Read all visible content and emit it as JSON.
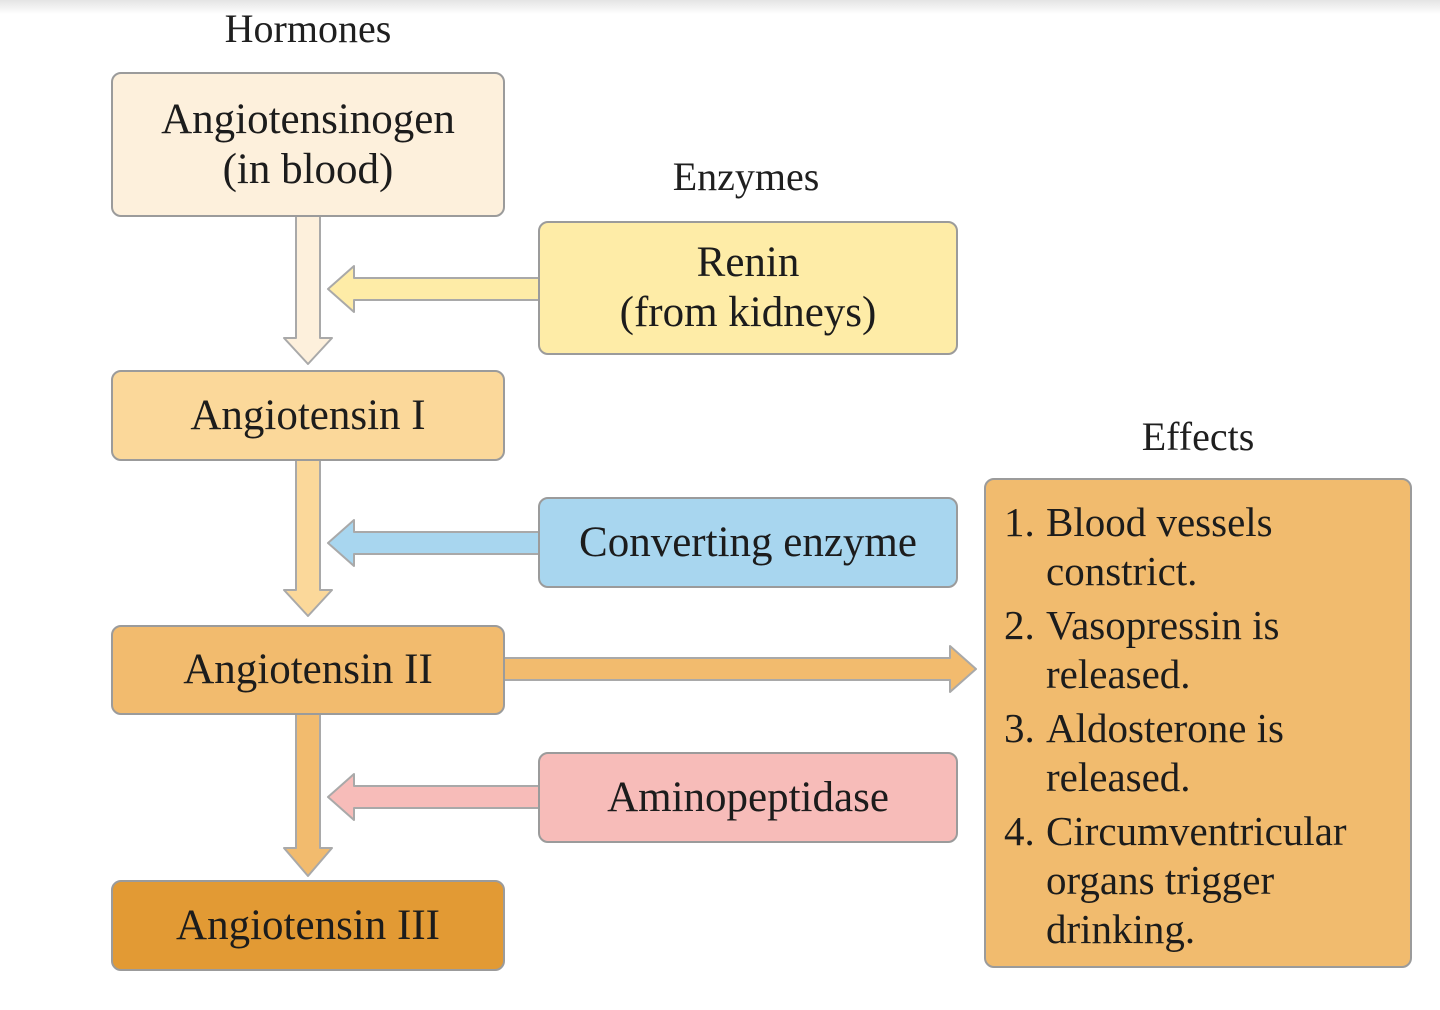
{
  "headings": {
    "hormones": "Hormones",
    "enzymes": "Enzymes",
    "effects": "Effects"
  },
  "hormones": [
    {
      "line1": "Angiotensinogen",
      "line2": "(in blood)",
      "color": "#fdf0dc"
    },
    {
      "line1": "Angiotensin I",
      "line2": "",
      "color": "#fbd89a"
    },
    {
      "line1": "Angiotensin II",
      "line2": "",
      "color": "#f2bb6e"
    },
    {
      "line1": "Angiotensin III",
      "line2": "",
      "color": "#e29a34"
    }
  ],
  "enzymes": [
    {
      "line1": "Renin",
      "line2": "(from kidneys)",
      "color": "#feeca7"
    },
    {
      "line1": "Converting enzyme",
      "line2": "",
      "color": "#a8d6ef"
    },
    {
      "line1": "Aminopeptidase",
      "line2": "",
      "color": "#f7bcb9"
    }
  ],
  "effects": {
    "color": "#f1bb6e",
    "items": [
      {
        "num": "1.",
        "text": "Blood vessels constrict."
      },
      {
        "num": "2.",
        "text": "Vasopressin is released."
      },
      {
        "num": "3.",
        "text": "Aldosterone is released."
      },
      {
        "num": "4.",
        "text": "Circumventricular organs trigger drinking."
      }
    ]
  }
}
